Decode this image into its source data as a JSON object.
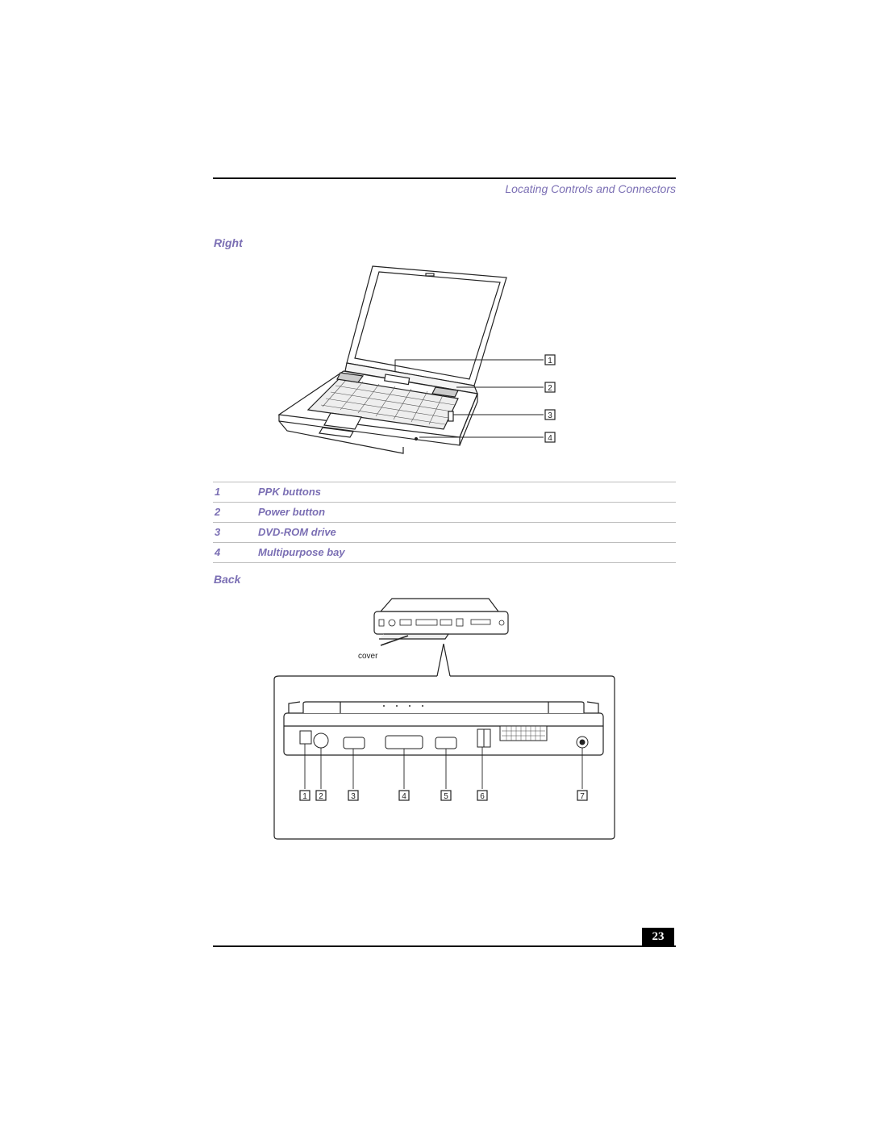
{
  "header": {
    "title": "Locating Controls and Connectors"
  },
  "sections": {
    "right": {
      "heading": "Right",
      "callouts": [
        "1",
        "2",
        "3",
        "4"
      ],
      "items": [
        {
          "num": "1",
          "label": "PPK buttons"
        },
        {
          "num": "2",
          "label": "Power button"
        },
        {
          "num": "3",
          "label": "DVD-ROM drive"
        },
        {
          "num": "4",
          "label": "Multipurpose bay"
        }
      ]
    },
    "back": {
      "heading": "Back",
      "cover_label": "cover",
      "callouts": [
        "1",
        "2",
        "3",
        "4",
        "5",
        "6",
        "7"
      ]
    }
  },
  "footer": {
    "page_number": "23"
  }
}
